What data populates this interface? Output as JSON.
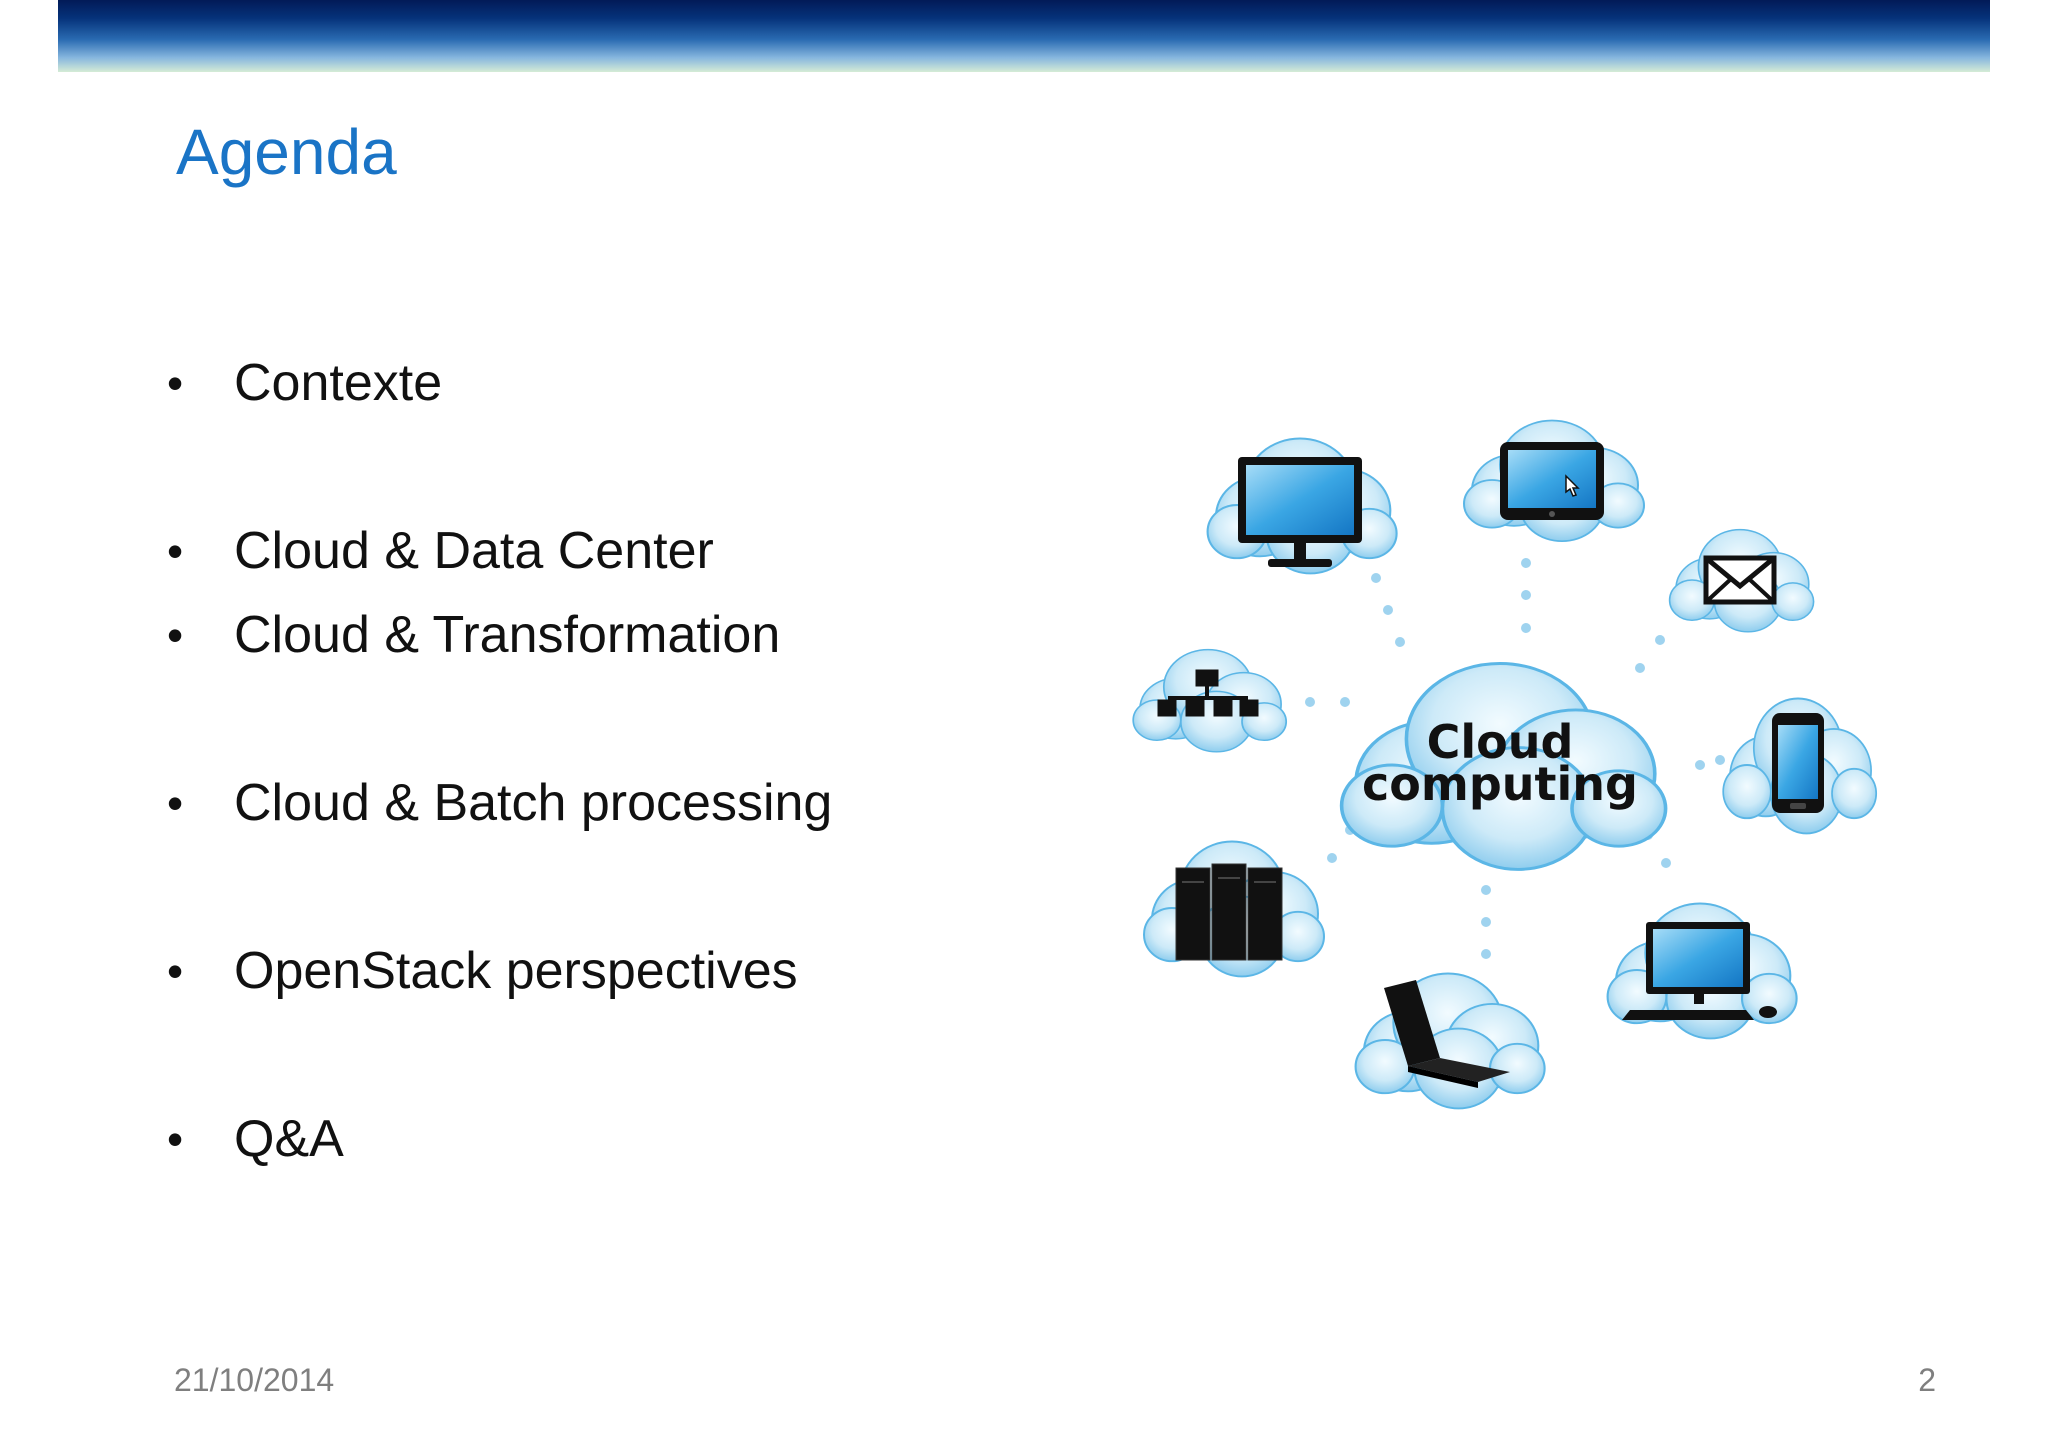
{
  "slide": {
    "title": "Agenda",
    "bullet_char": "•",
    "items": [
      {
        "label": "Contexte"
      },
      {
        "label": "Cloud & Data Center"
      },
      {
        "label": "Cloud & Transformation"
      },
      {
        "label": "Cloud & Batch processing"
      },
      {
        "label": "OpenStack perspectives"
      },
      {
        "label": "Q&A"
      }
    ],
    "figure": {
      "center_label_line1": "Cloud",
      "center_label_line2": "computing",
      "device_icons": [
        "monitor-icon",
        "tablet-icon",
        "mail-icon",
        "network-icon",
        "smartphone-icon",
        "server-icon",
        "desktop-computer-icon",
        "laptop-icon"
      ],
      "colors": {
        "cloud_fill": "#cdeaf8",
        "cloud_edge": "#5bb6e6",
        "device_dark": "#111111",
        "screen_blue": "#3aa6e4",
        "dots": "#9fd3ef"
      }
    },
    "footer": {
      "date": "21/10/2014",
      "page_number": "2"
    }
  },
  "theme": {
    "title_color": "#1a74c6",
    "text_color": "#111111",
    "footer_color": "#7f7f7f"
  }
}
